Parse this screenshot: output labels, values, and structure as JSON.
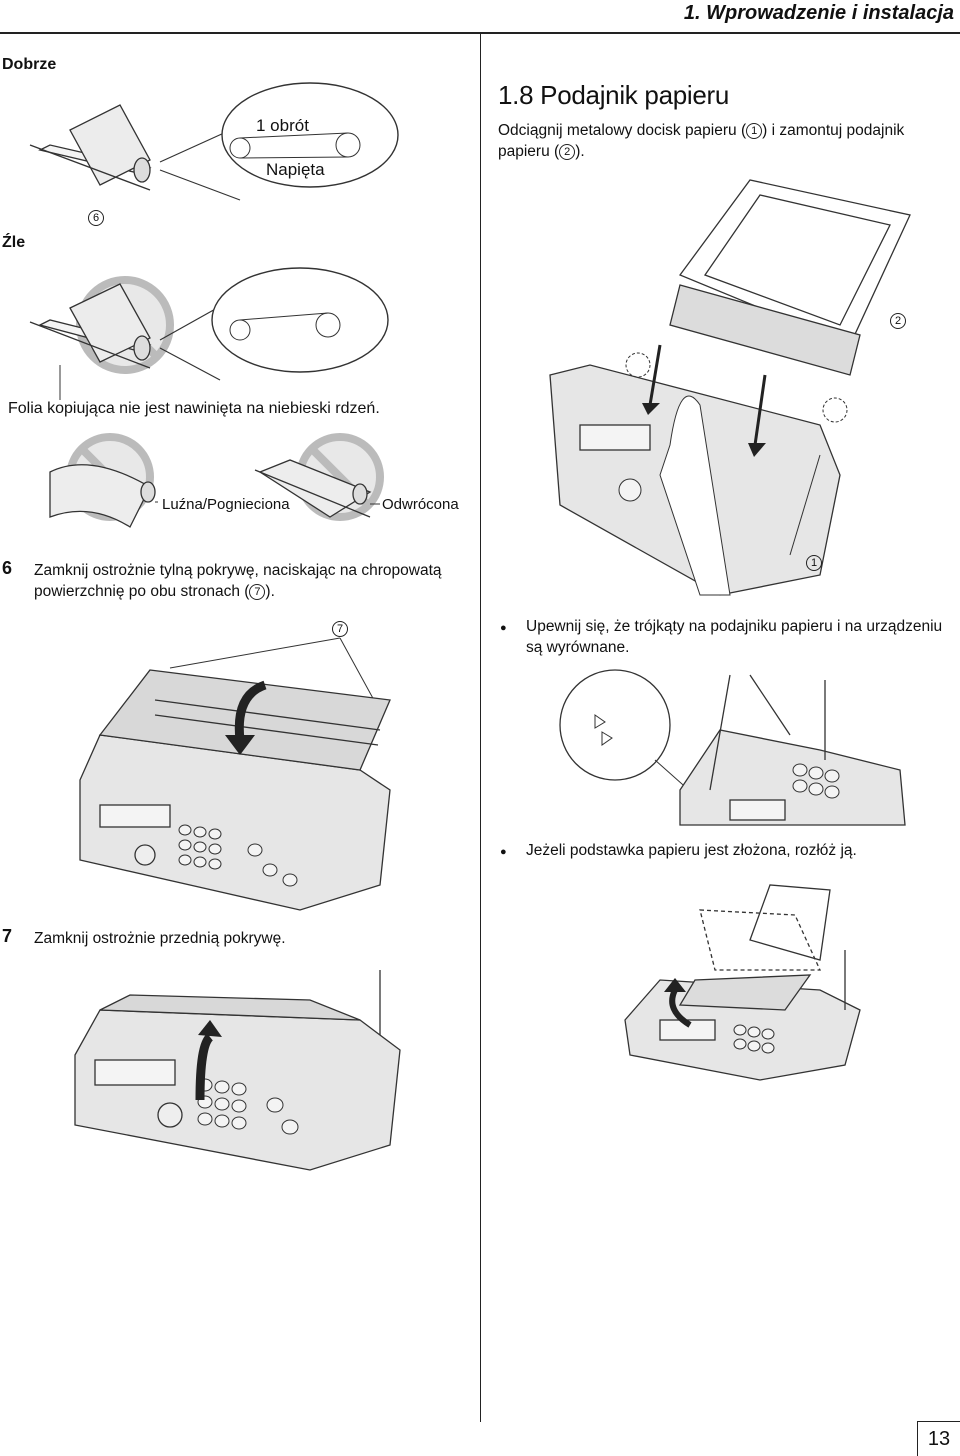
{
  "header": {
    "title": "1. Wprowadzenie i instalacja"
  },
  "left": {
    "good_label": "Dobrze",
    "good_callout_text1": "1 obrót",
    "good_callout_text2": "Napięta",
    "good_callout_marker": "6",
    "bad_label": "Źle",
    "bad_caption": "Folia kopiująca nie jest nawinięta na niebieski rdzeń.",
    "loose_label": "Luźna/Pognieciona",
    "reversed_label": "Odwrócona",
    "step6_num": "6",
    "step6_text_a": "Zamknij ostrożnie tylną pokrywę, naciskając na chropowatą",
    "step6_text_b": "powierzchnię po obu stronach (",
    "step6_ref": "7",
    "step6_text_c": ").",
    "fig_marker7": "7",
    "step7_num": "7",
    "step7_text": "Zamknij ostrożnie przednią pokrywę."
  },
  "right": {
    "section_title": "1.8 Podajnik papieru",
    "intro_a": "Odciągnij metalowy docisk papieru (",
    "intro_ref1": "1",
    "intro_b": ") i zamontuj podajnik",
    "intro_c": "papieru (",
    "intro_ref2": "2",
    "intro_d": ").",
    "fig_marker1": "1",
    "fig_marker2": "2",
    "bullet1": "Upewnij się, że trójkąty na podajniku papieru i na urządzeniu są wyrównane.",
    "bullet2": "Jeżeli podstawka papieru jest złożona, rozłóż ją."
  },
  "footer": {
    "page_number": "13"
  }
}
